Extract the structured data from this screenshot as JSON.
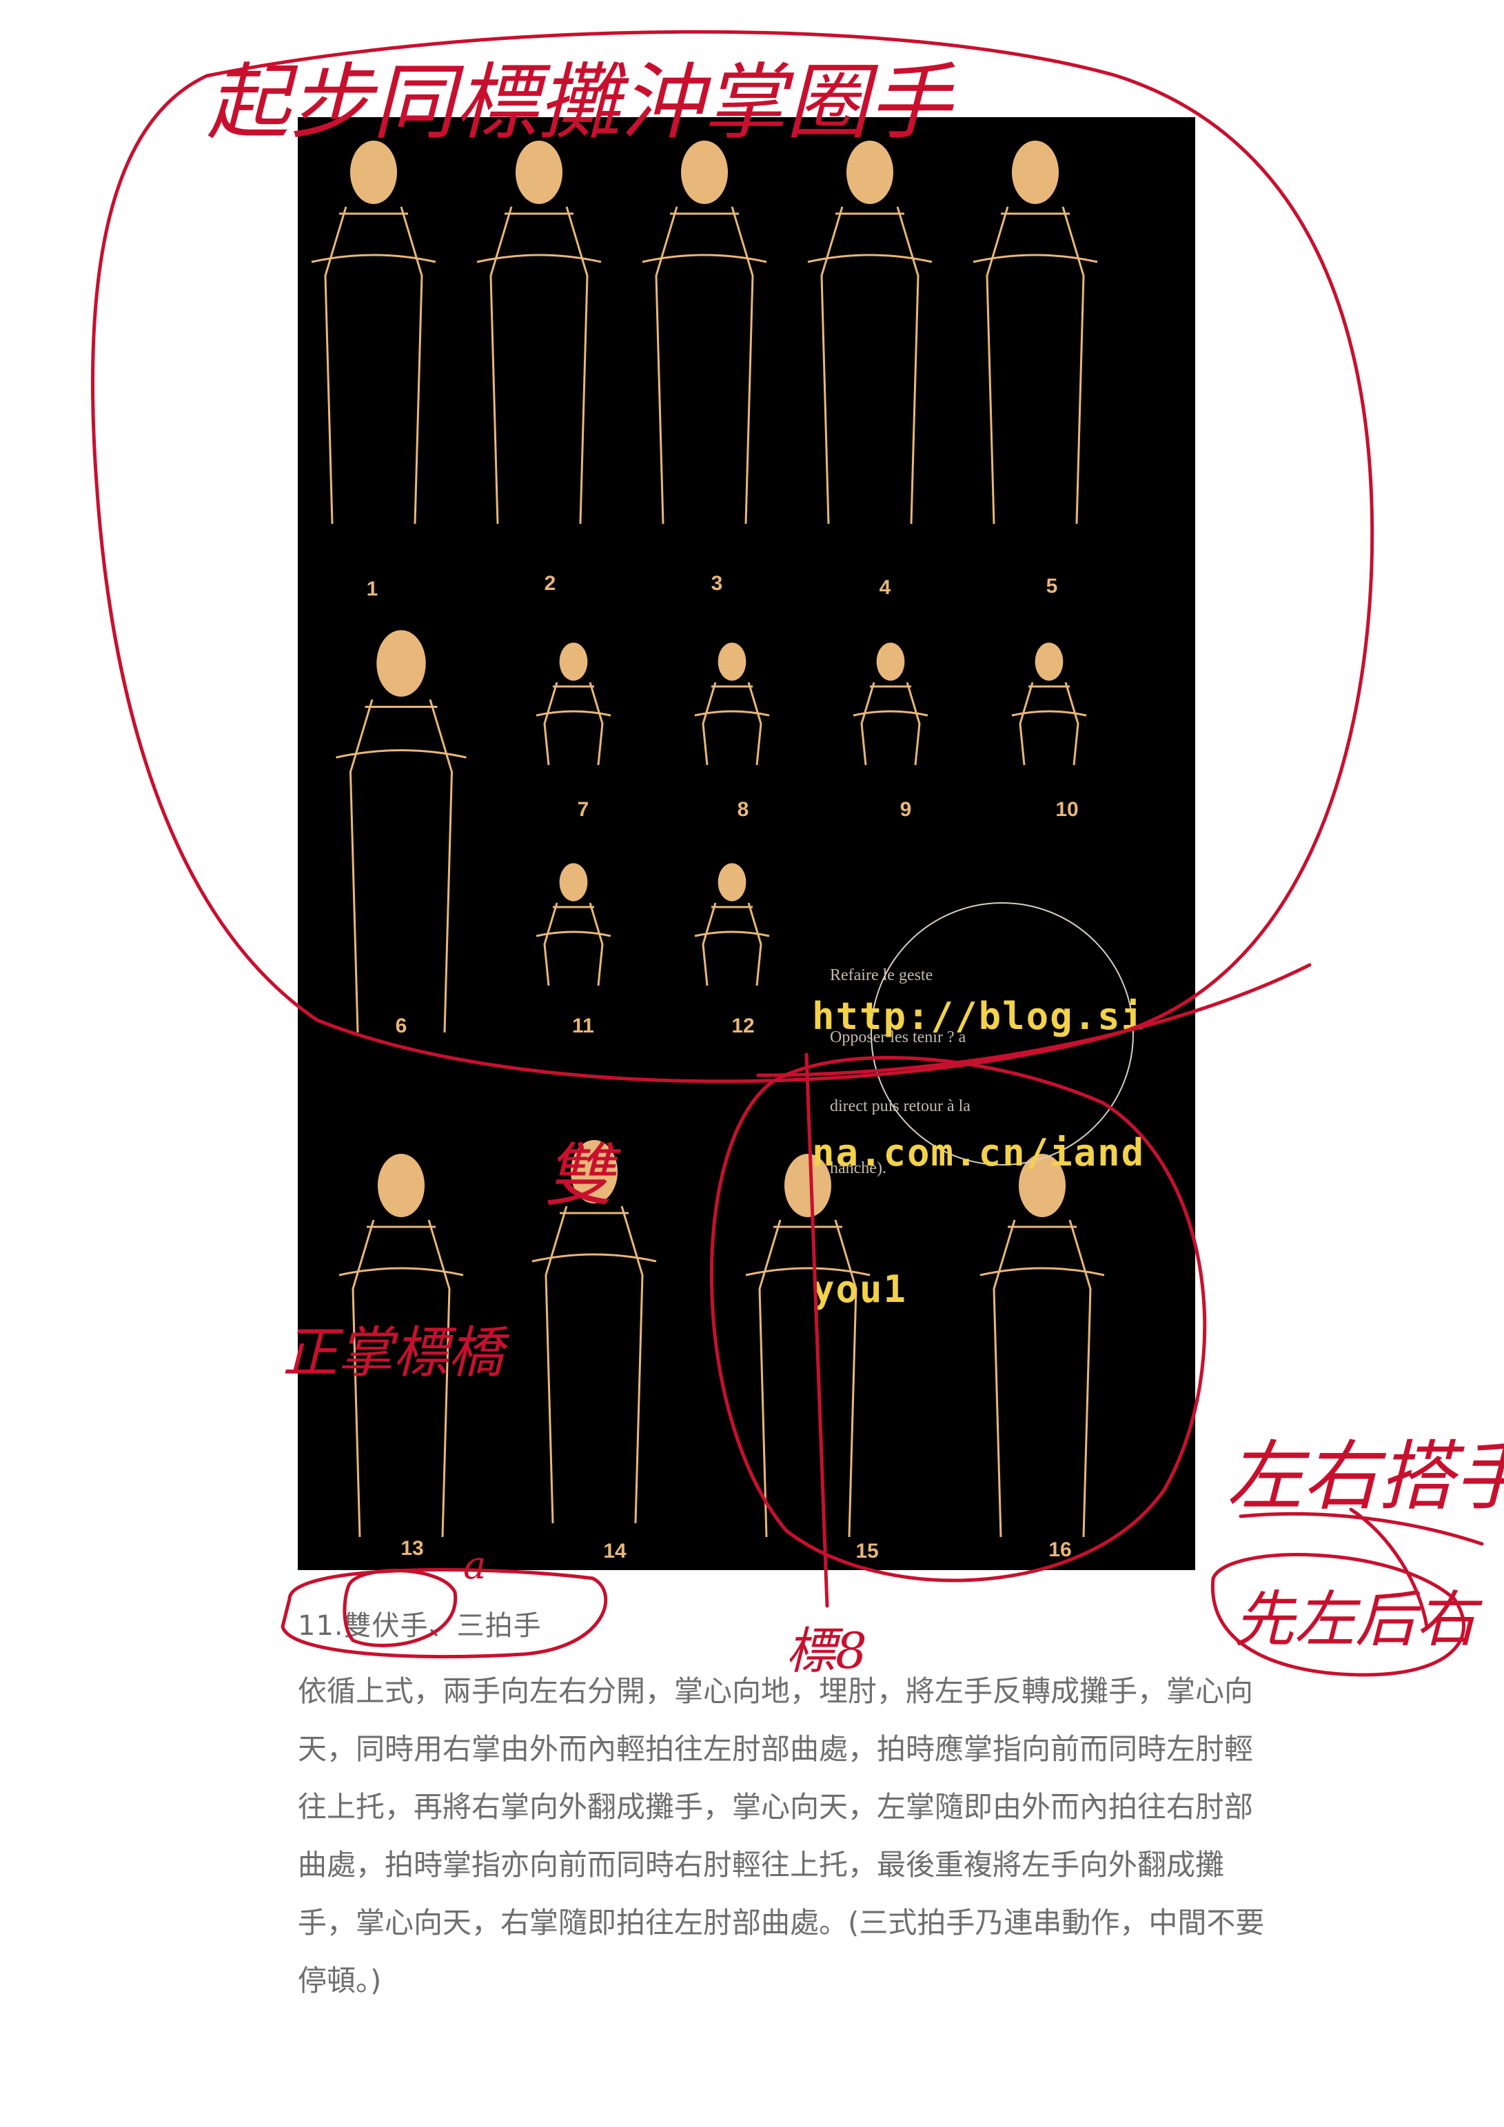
{
  "figure": {
    "numbers": [
      "1",
      "2",
      "3",
      "4",
      "5",
      "6",
      "7",
      "8",
      "9",
      "10",
      "11",
      "12",
      "13",
      "14",
      "15",
      "16"
    ],
    "watermark_lines": [
      "http://blog.si",
      "na.com.cn/iand",
      "you1"
    ],
    "french_caption_lines": [
      "Refaire le geste",
      "Opposer les tenir ? a",
      "direct puis retour à la",
      "hanche)."
    ]
  },
  "section": {
    "title": "11.雙伏手、三拍手"
  },
  "body": {
    "lines": [
      "依循上式，兩手向左右分開，掌心向地，埋肘，將左手反轉成攤手，掌心向",
      "天，同時用右掌由外而內輕拍往左肘部曲處，拍時應掌指向前而同時左肘輕",
      "往上托，再將右掌向外翻成攤手，掌心向天，左掌隨即由外而內拍往右肘部",
      "曲處，拍時掌指亦向前而同時右肘輕往上托，最後重複將左手向外翻成攤",
      "手，掌心向天，右掌隨即拍往左肘部曲處。(三式拍手乃連串動作，中間不要",
      "停頓。)"
    ]
  },
  "annotations": {
    "top_title": "起步同標攤沖掌圈手",
    "left_side": "正掌標橋",
    "mid_top": "雙",
    "mid_bottom": "標8",
    "right_side": "左右搭手",
    "right_bottom": "先左后右",
    "small_a": "a",
    "ink_color": "#c8102e"
  },
  "colors": {
    "figure_bg": "#000000",
    "figure_line": "#e8b77a",
    "watermark": "#f2d24a",
    "text": "#6e6e6e"
  }
}
